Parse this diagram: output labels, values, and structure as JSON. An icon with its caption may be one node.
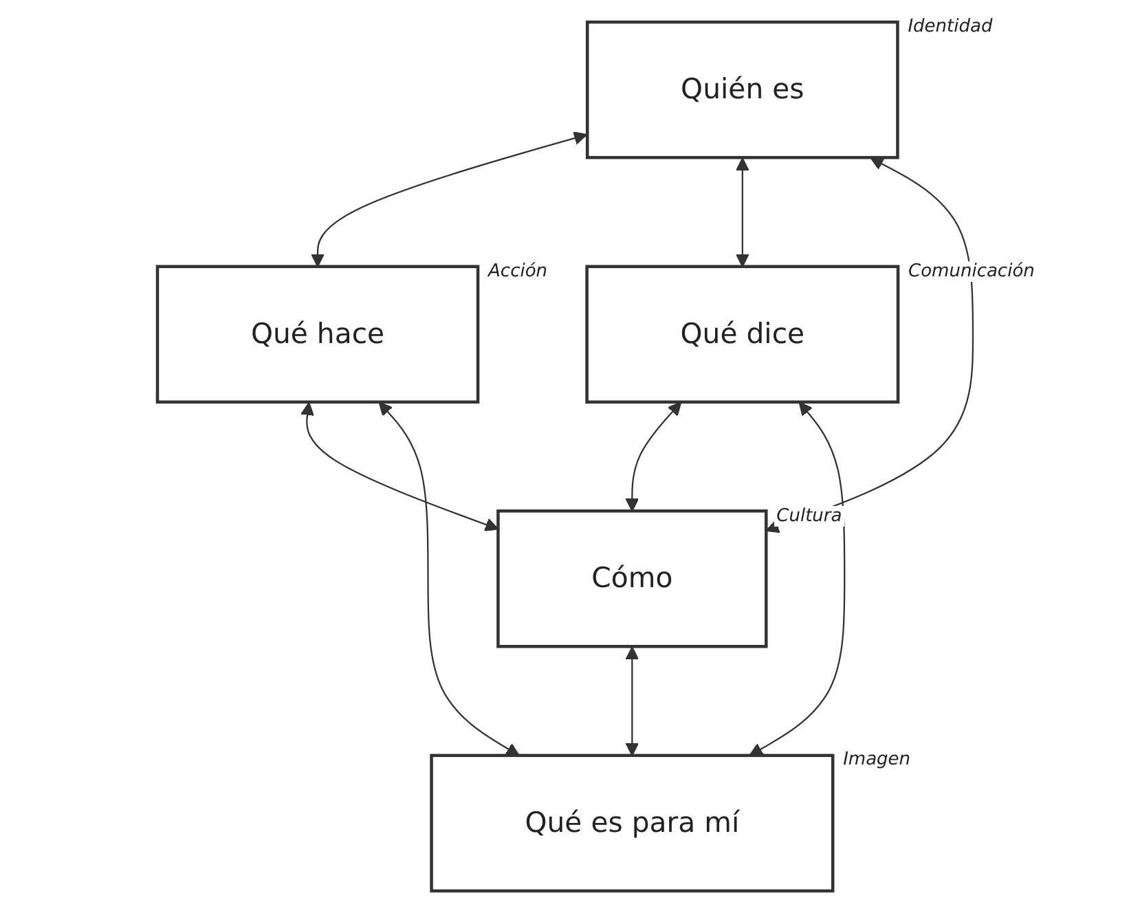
{
  "diagram": {
    "nodes": [
      {
        "text": [
          "Quién es"
        ],
        "beside": [
          "Identidad"
        ]
      },
      {
        "text": [
          "Qué hace"
        ],
        "beside": [
          "Acción"
        ]
      },
      {
        "text": [
          "Cómo"
        ],
        "beside": [
          "Cultura"
        ]
      },
      {
        "text": [
          "Qué dice"
        ],
        "beside": [
          "Comunicación"
        ]
      },
      {
        "text": [
          "Qué es para mí"
        ],
        "beside": [
          "Imagen"
        ]
      }
    ],
    "edges": [
      {
        "from": 0,
        "to": 1,
        "arrow": "both"
      },
      {
        "from": 0,
        "to": 3,
        "arrow": "both"
      },
      {
        "from": 0,
        "to": 2,
        "arrow": "both"
      },
      {
        "from": 1,
        "to": 2,
        "arrow": "both"
      },
      {
        "from": 3,
        "to": 2,
        "arrow": "both"
      },
      {
        "from": 1,
        "to": 4,
        "arrow": "both"
      },
      {
        "from": 3,
        "to": 4,
        "arrow": "both"
      },
      {
        "from": 2,
        "to": 4,
        "arrow": "both"
      }
    ]
  }
}
